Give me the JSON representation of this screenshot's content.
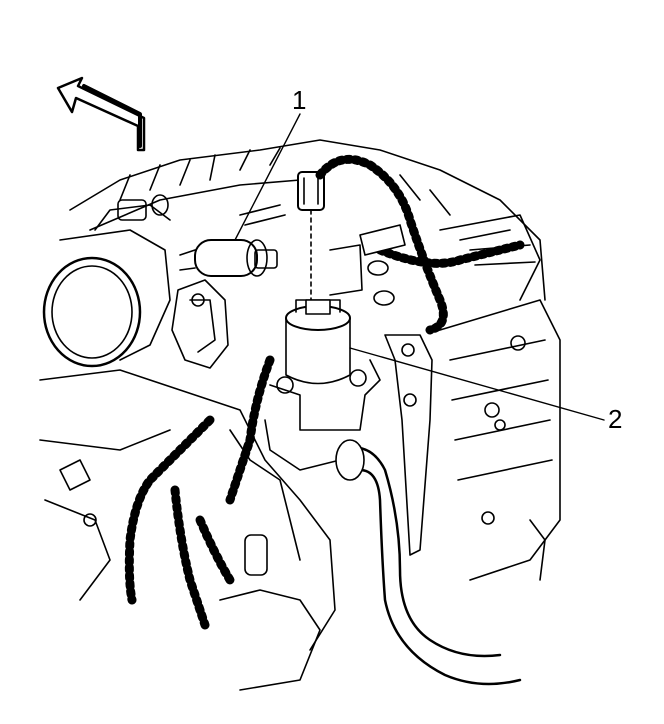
{
  "callouts": [
    {
      "id": "1",
      "label": "1"
    },
    {
      "id": "2",
      "label": "2"
    }
  ],
  "colors": {
    "ink": "#000000",
    "paper": "#ffffff",
    "shade": "#cfcfcf"
  },
  "icons": {
    "direction_arrow": "forward-arrow-icon"
  }
}
